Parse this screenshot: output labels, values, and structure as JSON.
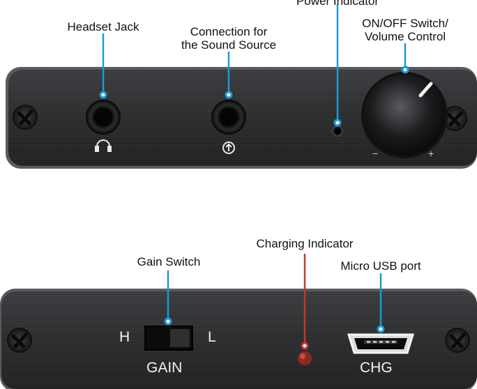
{
  "top_panel": {
    "labels": {
      "power_indicator": "Power Indicator",
      "headset_jack": "Headset Jack",
      "connection_line1": "Connection for",
      "connection_line2": "the Sound Source",
      "onoff_line1": "ON/OFF Switch/",
      "onoff_line2": "Volume Control"
    },
    "knob_minus": "−",
    "knob_plus": "+",
    "icons": [
      "headphone-icon",
      "audio-input-icon"
    ]
  },
  "bottom_panel": {
    "labels": {
      "charging_indicator": "Charging Indicator",
      "gain_switch": "Gain Switch",
      "micro_usb": "Micro USB port"
    },
    "gain_h": "H",
    "gain_l": "L",
    "gain_text": "GAIN",
    "chg_text": "CHG"
  },
  "colors": {
    "callout_line": "#1a9ad6",
    "panel_dark": "#2b2c2e",
    "charging_led": "#c0392b"
  }
}
